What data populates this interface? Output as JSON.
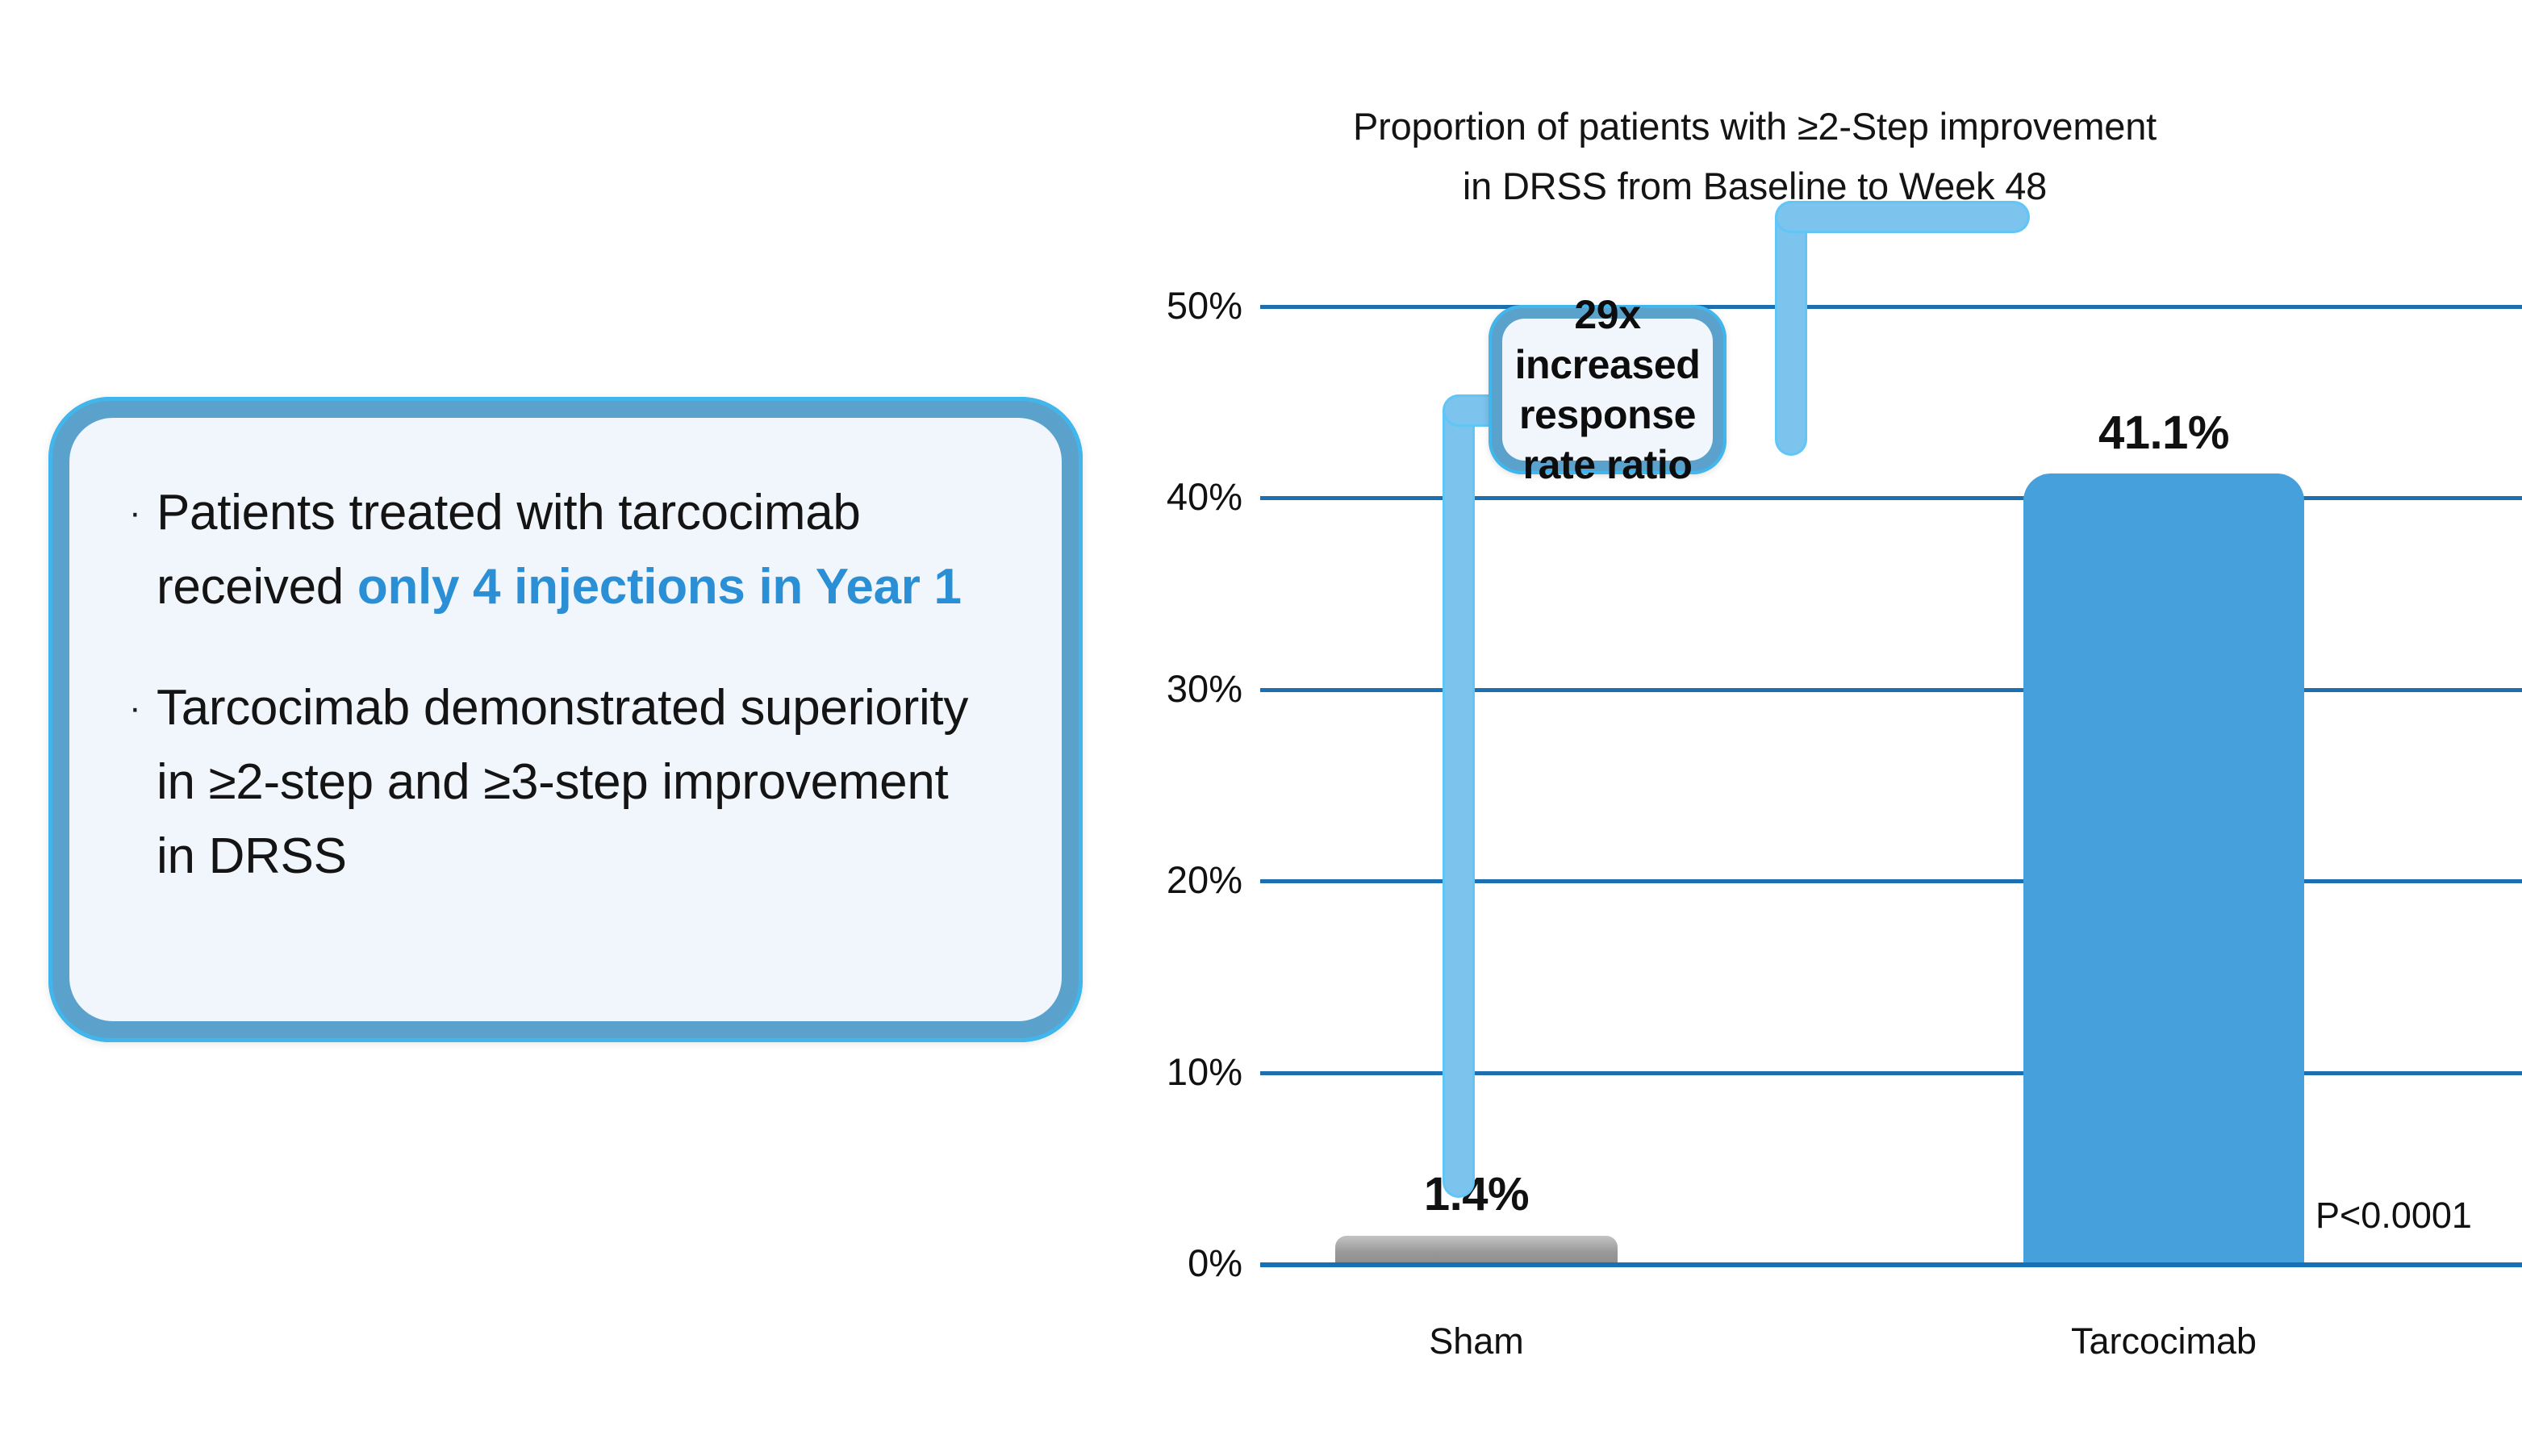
{
  "bullets": {
    "marker": "·",
    "items": [
      {
        "segments": [
          {
            "text": "Patients treated with tarcocimab received ",
            "emphasis": false
          },
          {
            "text": "only 4 injections in Year 1",
            "emphasis": true
          }
        ]
      },
      {
        "segments": [
          {
            "text": "Tarcocimab demonstrated superiority in ≥2-step and ≥3-step improvement in DRSS",
            "emphasis": false
          }
        ]
      }
    ]
  },
  "chart_data": {
    "type": "bar",
    "title": "Proportion of patients with ≥2-Step improvement in DRSS from Baseline to Week 48",
    "title_line1": "Proportion of patients with ≥2-Step improvement",
    "title_line2": "in DRSS from Baseline to Week 48",
    "categories": [
      "Sham",
      "Tarcocimab"
    ],
    "values": [
      1.4,
      41.1
    ],
    "value_labels": [
      "1.4%",
      "41.1%"
    ],
    "series": [
      {
        "name": "Proportion of patients with ≥2-Step improvement in DRSS",
        "values": [
          1.4,
          41.1
        ]
      }
    ],
    "xlabel": "",
    "ylabel": "",
    "ylim": [
      0,
      50
    ],
    "ytick_values": [
      0,
      10,
      20,
      30,
      40,
      50
    ],
    "ytick_labels": [
      "0%",
      "10%",
      "20%",
      "30%",
      "40%",
      "50%"
    ],
    "grid": true,
    "legend": "none",
    "annotations": [
      {
        "name": "ratio-callout",
        "text": "29x increased response rate ratio"
      },
      {
        "name": "p-value",
        "text": "P<0.0001"
      }
    ],
    "bar_colors": [
      "#9a9a9a",
      "#45a0db"
    ]
  },
  "callout": {
    "text": "29x increased response rate ratio"
  },
  "stats": {
    "p_value": "P<0.0001"
  },
  "colors": {
    "accent_blue": "#2a8fd4",
    "bar_blue": "#45a0db",
    "bar_gray": "#9a9a9a",
    "gridline_blue": "#1e6fb0",
    "card_border": "#5aa2cc",
    "card_highlight": "#41b6ed",
    "card_fill": "#f1f5fc",
    "connector_blue": "#7cc3ee",
    "text_dark": "#141414"
  }
}
